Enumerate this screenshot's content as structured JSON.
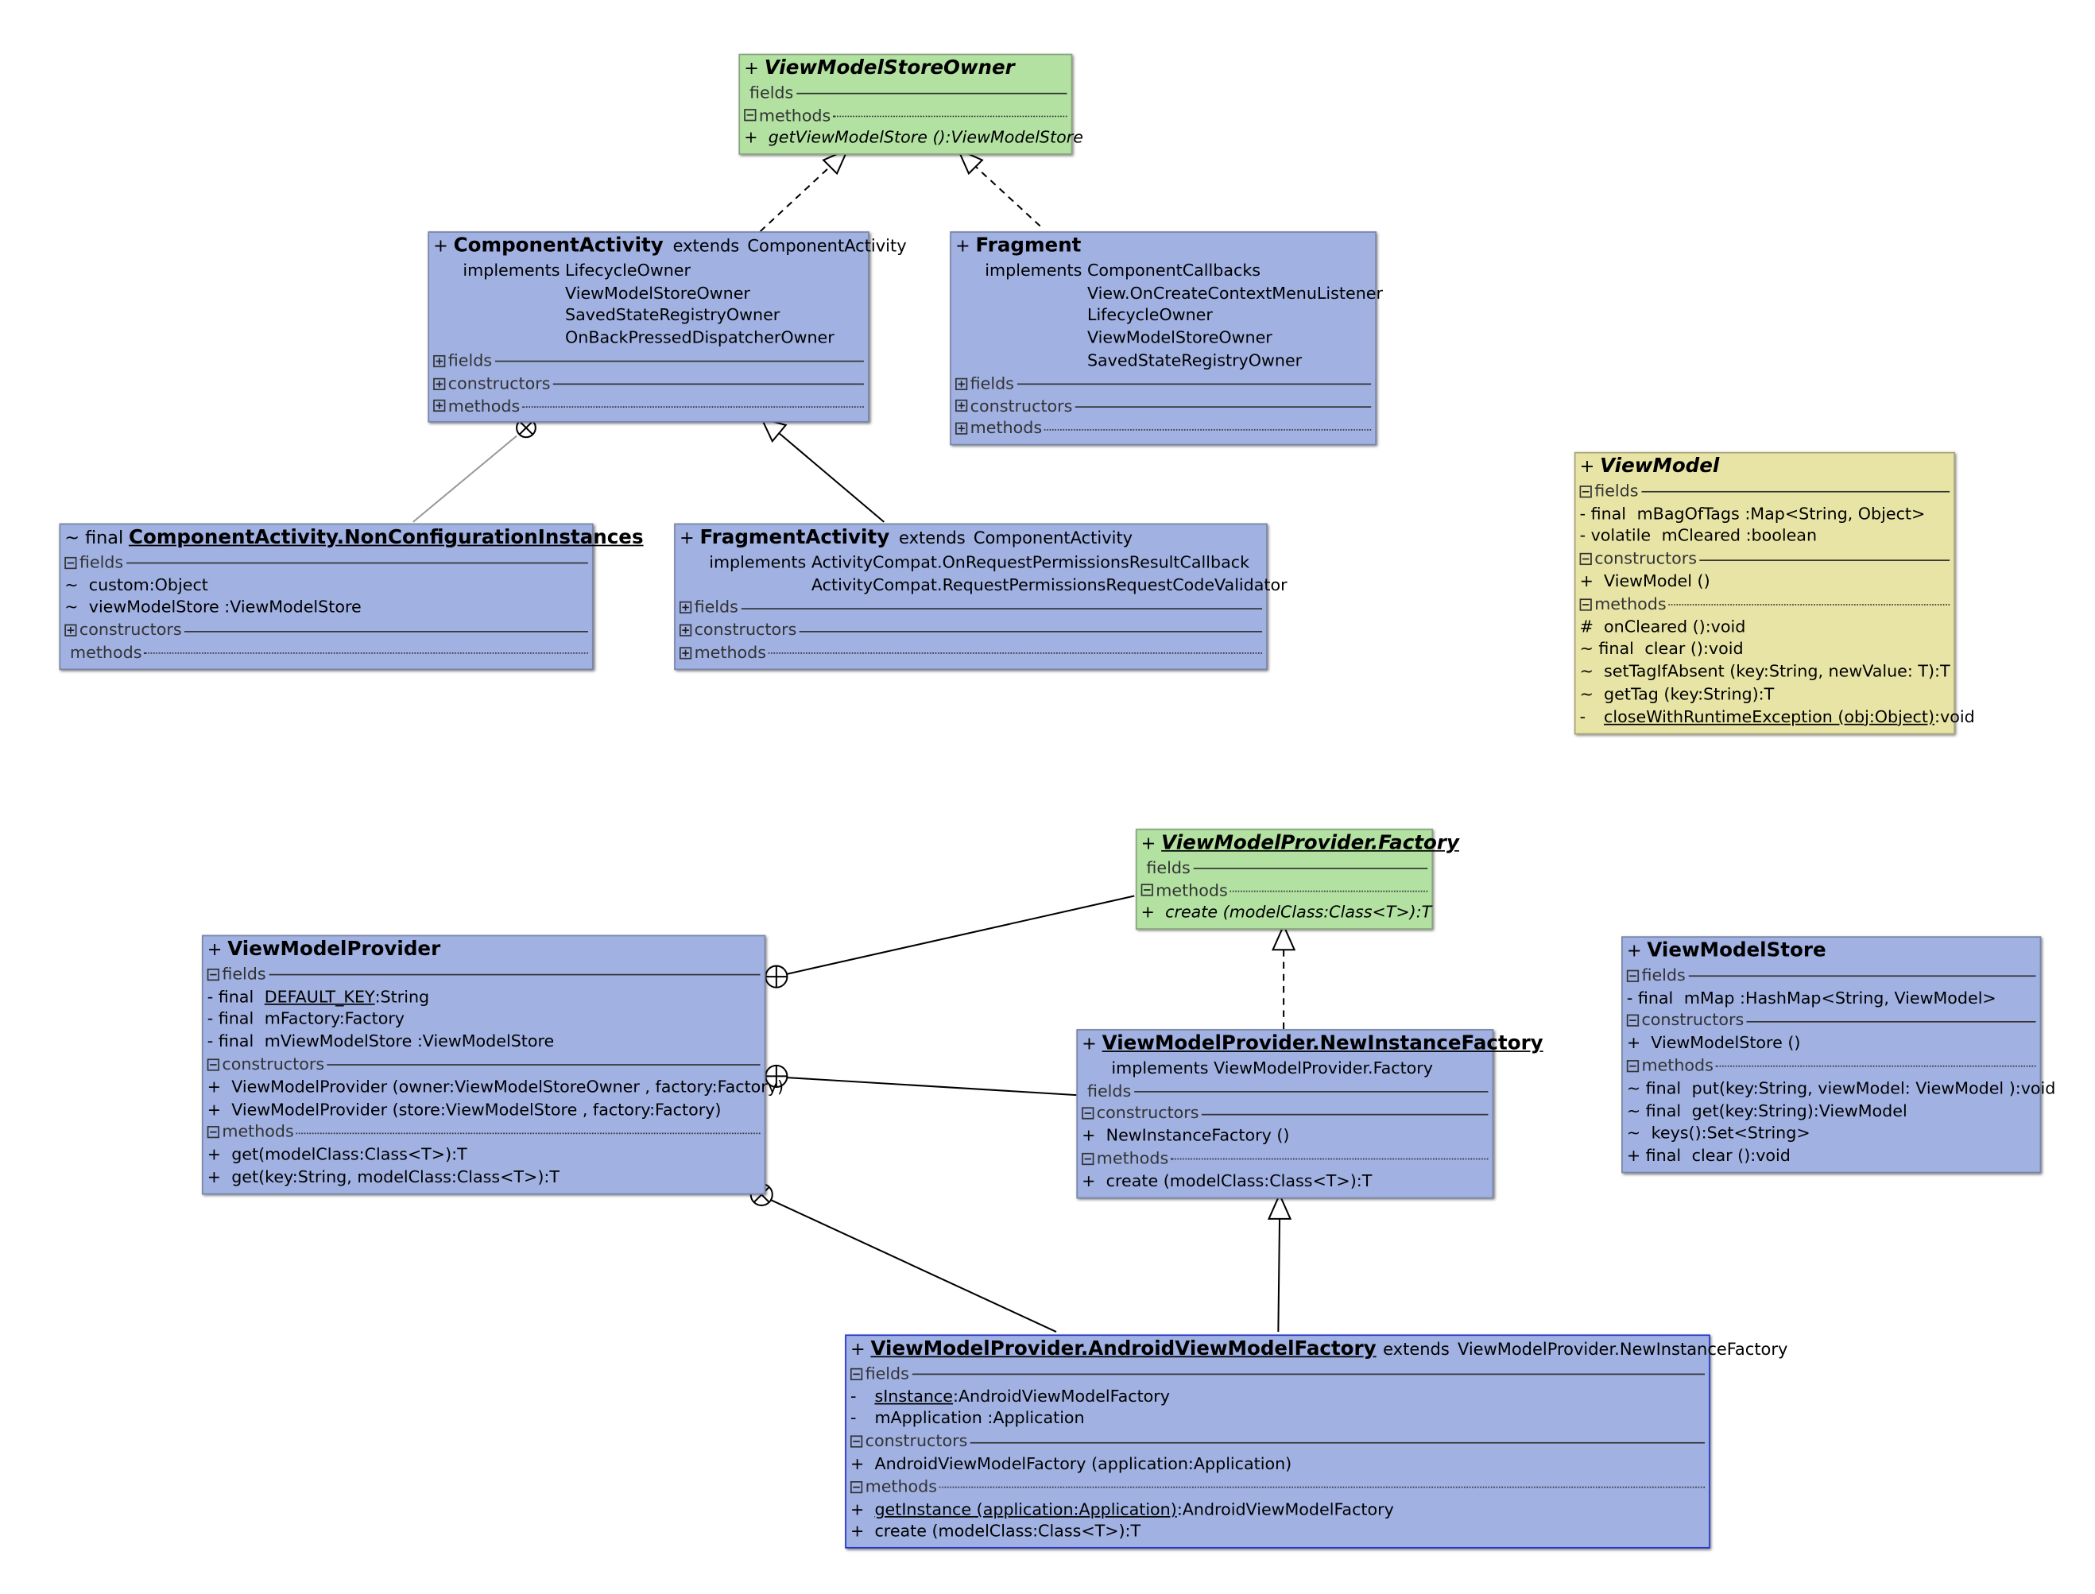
{
  "classes": {
    "vmso": {
      "visibility": "+",
      "name": "ViewModelStoreOwner",
      "fields_label": "fields",
      "methods_label": "methods",
      "methods": [
        {
          "vis": "+",
          "text": "getViewModelStore ():ViewModelStore"
        }
      ],
      "color": "#b2e1a1"
    },
    "ca": {
      "visibility": "+",
      "name": "ComponentActivity",
      "extends_label": "extends",
      "extends": "ComponentActivity",
      "implements_label": "implements",
      "implements": [
        "LifecycleOwner",
        "ViewModelStoreOwner",
        "SavedStateRegistryOwner",
        "OnBackPressedDispatcherOwner"
      ],
      "fields_label": "fields",
      "constructors_label": "constructors",
      "methods_label": "methods"
    },
    "frag": {
      "visibility": "+",
      "name": "Fragment",
      "implements_label": "implements",
      "implements": [
        "ComponentCallbacks",
        "View.OnCreateContextMenuListener",
        "LifecycleOwner",
        "ViewModelStoreOwner",
        "SavedStateRegistryOwner"
      ],
      "fields_label": "fields",
      "constructors_label": "constructors",
      "methods_label": "methods"
    },
    "nci": {
      "visibility": "~ final",
      "name": "ComponentActivity.NonConfigurationInstances",
      "fields_label": "fields",
      "fields": [
        {
          "vis": "~",
          "text": "custom:Object"
        },
        {
          "vis": "~",
          "text": "viewModelStore :ViewModelStore"
        }
      ],
      "constructors_label": "constructors",
      "methods_label": "methods"
    },
    "fa": {
      "visibility": "+",
      "name": "FragmentActivity",
      "extends_label": "extends",
      "extends": "ComponentActivity",
      "implements_label": "implements",
      "implements": [
        "ActivityCompat.OnRequestPermissionsResultCallback",
        "ActivityCompat.RequestPermissionsRequestCodeValidator"
      ],
      "fields_label": "fields",
      "constructors_label": "constructors",
      "methods_label": "methods"
    },
    "vm": {
      "visibility": "+",
      "name": "ViewModel",
      "fields_label": "fields",
      "fields": [
        {
          "vis": "- final",
          "text": "mBagOfTags :Map<String, Object>"
        },
        {
          "vis": "- volatile",
          "text": "mCleared :boolean"
        }
      ],
      "constructors_label": "constructors",
      "constructors": [
        {
          "vis": "+",
          "text": "ViewModel ()"
        }
      ],
      "methods_label": "methods",
      "methods": [
        {
          "vis": "#",
          "text": "onCleared ():void"
        },
        {
          "vis": "~ final",
          "text": "clear ():void"
        },
        {
          "vis": "~",
          "text": "setTagIfAbsent (key:String,  newValue: T):T"
        },
        {
          "vis": "~",
          "text": "getTag (key:String):T"
        },
        {
          "vis": "-",
          "u": "closeWithRuntimeException (obj:Object)",
          "text": ":void"
        }
      ],
      "color": "#e8e4a6"
    },
    "vmpf": {
      "visibility": "+",
      "name": "ViewModelProvider.Factory",
      "fields_label": "fields",
      "methods_label": "methods",
      "methods": [
        {
          "vis": "+",
          "text": "create (modelClass:Class<T>):T"
        }
      ]
    },
    "vmp": {
      "visibility": "+",
      "name": "ViewModelProvider",
      "fields_label": "fields",
      "fields": [
        {
          "vis": "- final",
          "u": "DEFAULT_KEY",
          "text": ":String"
        },
        {
          "vis": "- final",
          "text": "mFactory:Factory"
        },
        {
          "vis": "- final",
          "text": "mViewModelStore :ViewModelStore"
        }
      ],
      "constructors_label": "constructors",
      "constructors": [
        {
          "vis": "+",
          "text": "ViewModelProvider (owner:ViewModelStoreOwner ,  factory:Factory)"
        },
        {
          "vis": "+",
          "text": "ViewModelProvider (store:ViewModelStore ,  factory:Factory)"
        }
      ],
      "methods_label": "methods",
      "methods": [
        {
          "vis": "+",
          "text": "get(modelClass:Class<T>):T"
        },
        {
          "vis": "+",
          "text": "get(key:String,  modelClass:Class<T>):T"
        }
      ]
    },
    "nif": {
      "visibility": "+",
      "name": "ViewModelProvider.NewInstanceFactory",
      "implements_label": "implements",
      "implements": [
        "ViewModelProvider.Factory"
      ],
      "fields_label": "fields",
      "constructors_label": "constructors",
      "constructors": [
        {
          "vis": "+",
          "text": "NewInstanceFactory ()"
        }
      ],
      "methods_label": "methods",
      "methods": [
        {
          "vis": "+",
          "text": "create (modelClass:Class<T>):T"
        }
      ]
    },
    "vms": {
      "visibility": "+",
      "name": "ViewModelStore",
      "fields_label": "fields",
      "fields": [
        {
          "vis": "- final",
          "text": "mMap :HashMap<String, ViewModel>"
        }
      ],
      "constructors_label": "constructors",
      "constructors": [
        {
          "vis": "+",
          "text": "ViewModelStore ()"
        }
      ],
      "methods_label": "methods",
      "methods": [
        {
          "vis": "~ final",
          "text": "put(key:String,  viewModel: ViewModel ):void"
        },
        {
          "vis": "~ final",
          "text": "get(key:String):ViewModel"
        },
        {
          "vis": "~",
          "text": "keys():Set<String>"
        },
        {
          "vis": "+ final",
          "text": "clear ():void"
        }
      ]
    },
    "avmf": {
      "visibility": "+",
      "name": "ViewModelProvider.AndroidViewModelFactory",
      "extends_label": "extends",
      "extends": "ViewModelProvider.NewInstanceFactory",
      "fields_label": "fields",
      "fields": [
        {
          "vis": "-",
          "u": "sInstance",
          "text": ":AndroidViewModelFactory"
        },
        {
          "vis": "-",
          "text": "mApplication :Application"
        }
      ],
      "constructors_label": "constructors",
      "constructors": [
        {
          "vis": "+",
          "text": "AndroidViewModelFactory (application:Application)"
        }
      ],
      "methods_label": "methods",
      "methods": [
        {
          "vis": "+",
          "u": "getInstance (application:Application)",
          "text": ":AndroidViewModelFactory"
        },
        {
          "vis": "+",
          "text": "create (modelClass:Class<T>):T"
        }
      ]
    }
  },
  "colors": {
    "class_fill": "#a0b1e2",
    "interface_fill": "#b2e1a1",
    "highlight_fill": "#e8e4a6",
    "selection_border": "#2233cc"
  }
}
